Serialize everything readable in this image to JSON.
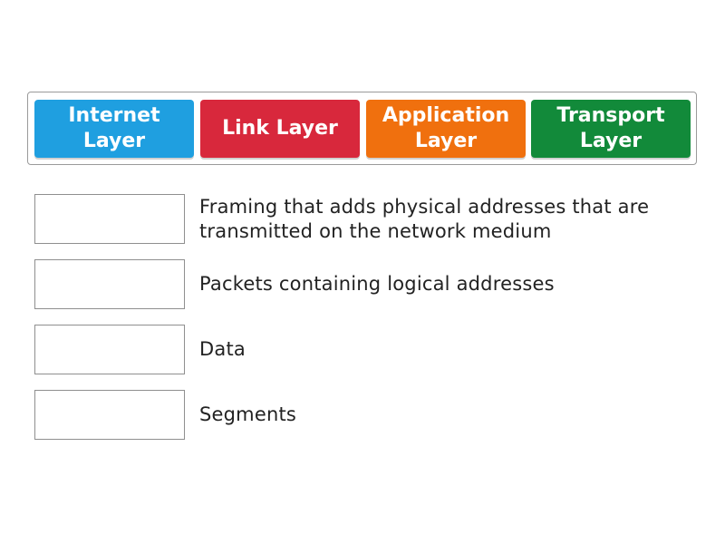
{
  "tiles": [
    {
      "label": "Internet Layer",
      "color": "#1f9fe0"
    },
    {
      "label": "Link Layer",
      "color": "#d8283c"
    },
    {
      "label": "Application Layer",
      "color": "#f0700e"
    },
    {
      "label": "Transport Layer",
      "color": "#128a3a"
    }
  ],
  "rows": [
    {
      "text": "Framing that adds physical addresses that are transmitted on the network medium"
    },
    {
      "text": "Packets containing logical addresses"
    },
    {
      "text": "Data"
    },
    {
      "text": "Segments"
    }
  ]
}
